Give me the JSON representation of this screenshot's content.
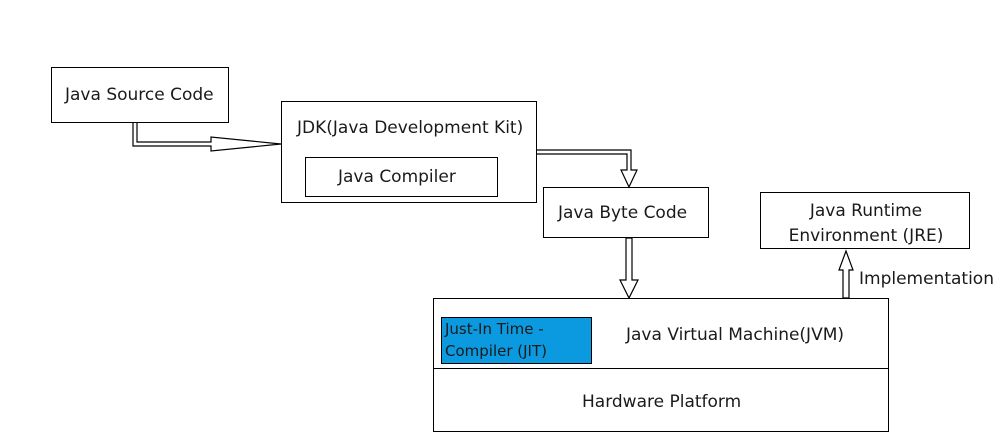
{
  "nodes": {
    "java_source_code": "Java Source Code",
    "jdk": "JDK(Java Development Kit)",
    "java_compiler": "Java Compiler",
    "java_byte_code": "Java Byte Code",
    "jre_line1": "Java Runtime",
    "jre_line2": "Environment (JRE)",
    "jit_line1": "Just-In Time -",
    "jit_line2": "Compiler (JIT)",
    "jvm": "Java Virtual Machine(JVM)",
    "hardware_platform": "Hardware Platform"
  },
  "edges": {
    "implementation_label": "Implementation"
  },
  "colors": {
    "jit_fill": "#0b9ae0"
  }
}
